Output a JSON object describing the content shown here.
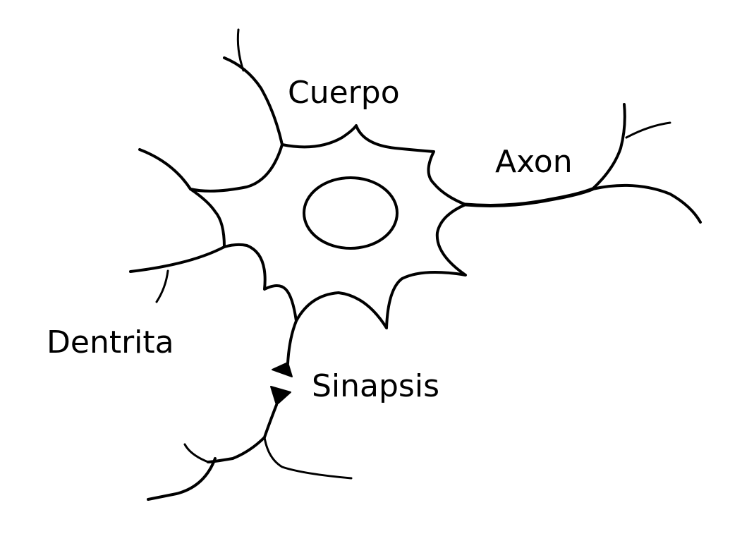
{
  "labels": {
    "cuerpo": "Cuerpo",
    "axon": "Axon",
    "dentrita": "Dentrita",
    "sinapsis": "Sinapsis"
  },
  "colors": {
    "ink": "#000000",
    "background": "#ffffff"
  }
}
